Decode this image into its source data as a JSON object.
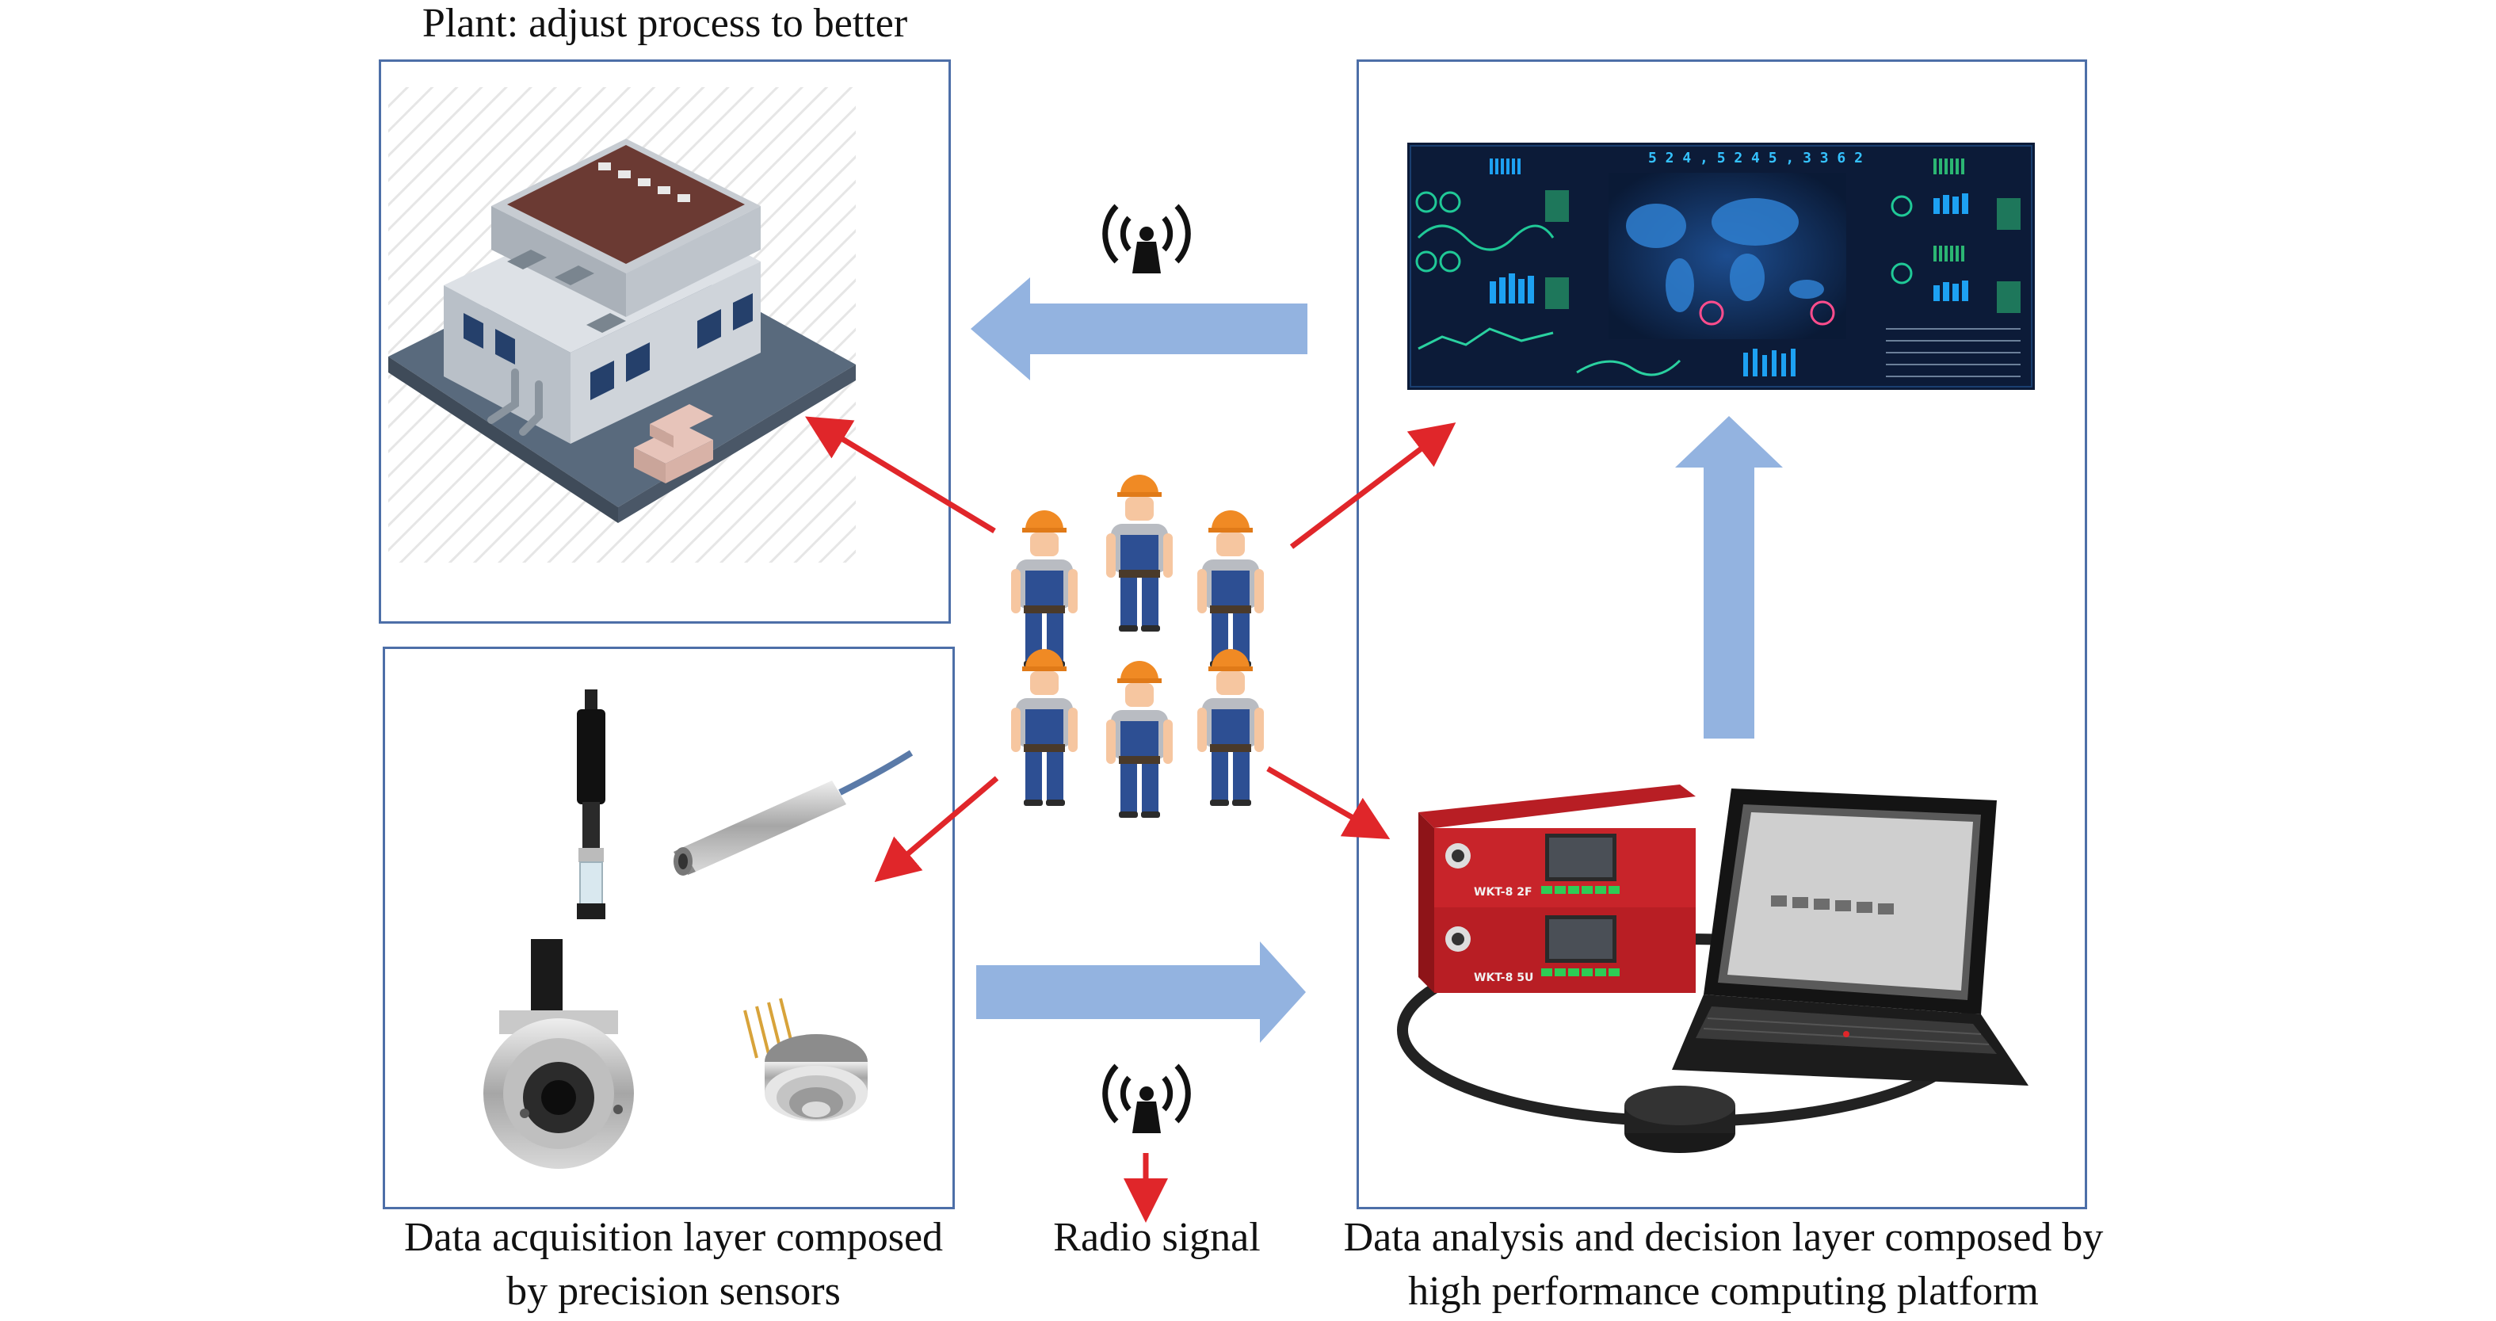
{
  "plant_panel": {
    "title": "Plant: adjust process to better"
  },
  "captions": {
    "acquisition_line1": "Data acquisition layer composed",
    "acquisition_line2": "by precision sensors",
    "radio": "Radio signal",
    "analysis_line1": "Data analysis and decision layer composed by",
    "analysis_line2": "high performance computing platform"
  },
  "dashboard": {
    "counter": "5 2 4 , 5 2 4 5 , 3 3 6 2"
  },
  "device": {
    "top_unit_label": "WKT-8 2F",
    "bottom_unit_label": "WKT-8 5U"
  },
  "colors": {
    "panel_border": "#4d6fa8",
    "big_arrow": "#93b3e0",
    "red_arrow": "#e0262a"
  },
  "icons": {
    "radio_top": "radio-tower-icon",
    "radio_bottom": "radio-tower-icon",
    "workers": "worker-icon"
  }
}
